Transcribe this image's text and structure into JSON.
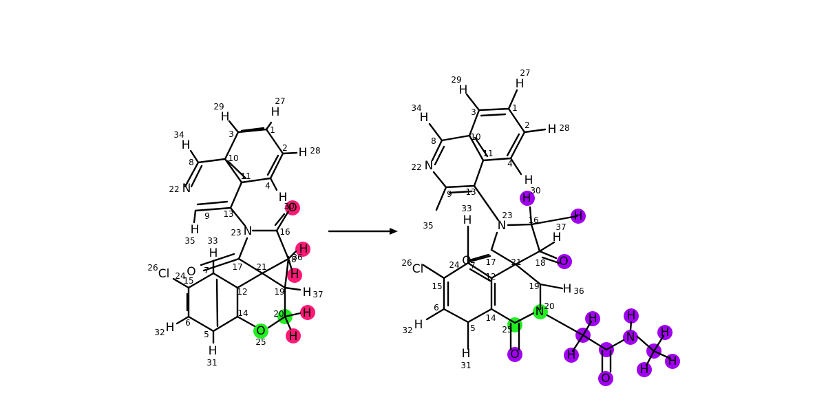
{
  "reaction": {
    "arrow": "reaction-arrow",
    "colors": {
      "reactant_match": "#ff1a75",
      "reaction_center": "#22ee22",
      "product_added": "#a000f0"
    }
  },
  "reactant": {
    "labels": [
      {
        "t": "H",
        "i": "29"
      },
      {
        "t": "H",
        "i": "27"
      },
      {
        "t": "",
        "i": "3"
      },
      {
        "t": "",
        "i": "1"
      },
      {
        "t": "H",
        "i": "34"
      },
      {
        "t": "",
        "i": "8"
      },
      {
        "t": "",
        "i": "10"
      },
      {
        "t": "",
        "i": "2"
      },
      {
        "t": "H",
        "i": "28"
      },
      {
        "t": "N",
        "i": "22"
      },
      {
        "t": "",
        "i": "11"
      },
      {
        "t": "",
        "i": "4"
      },
      {
        "t": "H",
        "i": ""
      },
      {
        "t": "",
        "i": "9"
      },
      {
        "t": "",
        "i": "13"
      },
      {
        "t": "O",
        "i": "30"
      },
      {
        "t": "H",
        "i": ""
      },
      {
        "t": "N",
        "i": "23"
      },
      {
        "t": "",
        "i": "16"
      },
      {
        "t": "",
        "i": "35"
      },
      {
        "t": "H",
        "i": "33"
      },
      {
        "t": "H",
        "i": "36"
      },
      {
        "t": "",
        "i": "18"
      },
      {
        "t": "Cl",
        "i": "26"
      },
      {
        "t": "O",
        "i": "7"
      },
      {
        "t": "",
        "i": "24"
      },
      {
        "t": "",
        "i": "15"
      },
      {
        "t": "",
        "i": "17"
      },
      {
        "t": "",
        "i": "21"
      },
      {
        "t": "H",
        "i": ""
      },
      {
        "t": "",
        "i": "19"
      },
      {
        "t": "H",
        "i": "37"
      },
      {
        "t": "",
        "i": "12"
      },
      {
        "t": "H",
        "i": "32"
      },
      {
        "t": "",
        "i": "6"
      },
      {
        "t": "",
        "i": "14"
      },
      {
        "t": "",
        "i": "20"
      },
      {
        "t": "H",
        "i": ""
      },
      {
        "t": "O",
        "i": "25"
      },
      {
        "t": "H",
        "i": ""
      },
      {
        "t": "",
        "i": "5"
      },
      {
        "t": "H",
        "i": "31"
      }
    ]
  },
  "product": {
    "labels": [
      {
        "t": "H",
        "i": "29"
      },
      {
        "t": "H",
        "i": "27"
      },
      {
        "t": "",
        "i": "3"
      },
      {
        "t": "",
        "i": "1"
      },
      {
        "t": "H",
        "i": "34"
      },
      {
        "t": "",
        "i": "8"
      },
      {
        "t": "",
        "i": "10"
      },
      {
        "t": "",
        "i": "2"
      },
      {
        "t": "H",
        "i": "28"
      },
      {
        "t": "N",
        "i": "22"
      },
      {
        "t": "",
        "i": "11"
      },
      {
        "t": "",
        "i": "4"
      },
      {
        "t": "H",
        "i": ""
      },
      {
        "t": "",
        "i": "9"
      },
      {
        "t": "",
        "i": "13"
      },
      {
        "t": "H",
        "i": "30"
      },
      {
        "t": "H",
        "i": ""
      },
      {
        "t": "",
        "i": "35"
      },
      {
        "t": "H",
        "i": "33"
      },
      {
        "t": "N",
        "i": "23"
      },
      {
        "t": "",
        "i": "16"
      },
      {
        "t": "",
        "i": "37"
      },
      {
        "t": "H",
        "i": ""
      },
      {
        "t": "O",
        "i": "7"
      },
      {
        "t": "",
        "i": "24"
      },
      {
        "t": "",
        "i": "17"
      },
      {
        "t": "",
        "i": "21"
      },
      {
        "t": "",
        "i": "18"
      },
      {
        "t": "O",
        "i": ""
      },
      {
        "t": "Cl",
        "i": "26"
      },
      {
        "t": "",
        "i": "15"
      },
      {
        "t": "",
        "i": "12"
      },
      {
        "t": "",
        "i": "19"
      },
      {
        "t": "H",
        "i": "36"
      },
      {
        "t": "N",
        "i": "20"
      },
      {
        "t": "",
        "i": "6"
      },
      {
        "t": "H",
        "i": "32"
      },
      {
        "t": "",
        "i": "14"
      },
      {
        "t": "",
        "i": "25"
      },
      {
        "t": "",
        "i": "5"
      },
      {
        "t": "H",
        "i": "31"
      },
      {
        "t": "O",
        "i": ""
      },
      {
        "t": "H",
        "i": ""
      },
      {
        "t": "H",
        "i": ""
      },
      {
        "t": "H",
        "i": ""
      },
      {
        "t": "N",
        "i": ""
      },
      {
        "t": "O",
        "i": ""
      },
      {
        "t": "H",
        "i": ""
      },
      {
        "t": "H",
        "i": ""
      },
      {
        "t": "H",
        "i": ""
      }
    ]
  }
}
